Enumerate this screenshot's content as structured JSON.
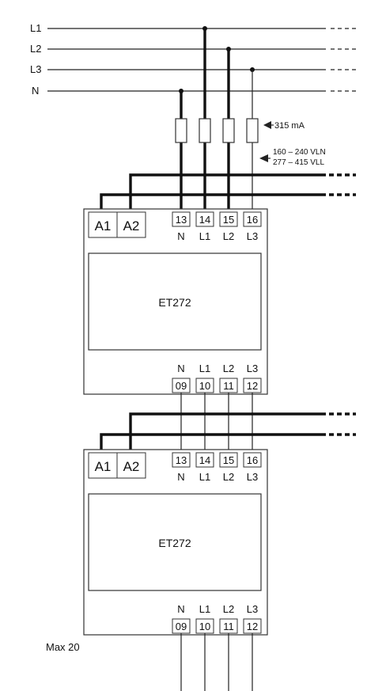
{
  "lines": [
    "L1",
    "L2",
    "L3",
    "N"
  ],
  "fuse_label": "315 mA",
  "supply_vln": "160 – 240 VLN",
  "supply_vll": "277 – 415 VLL",
  "aux_terminals": [
    "A1",
    "A2"
  ],
  "upper_terminals": {
    "numbers": [
      "13",
      "14",
      "15",
      "16"
    ],
    "names": [
      "N",
      "L1",
      "L2",
      "L3"
    ]
  },
  "lower_terminals": {
    "numbers": [
      "09",
      "10",
      "11",
      "12"
    ],
    "names": [
      "N",
      "L1",
      "L2",
      "L3"
    ]
  },
  "modules": [
    {
      "model": "ET272"
    },
    {
      "model": "ET272"
    }
  ],
  "max_note": "Max 20",
  "colors": {
    "line": "#111111",
    "box_border": "#333333",
    "background": "#ffffff"
  }
}
